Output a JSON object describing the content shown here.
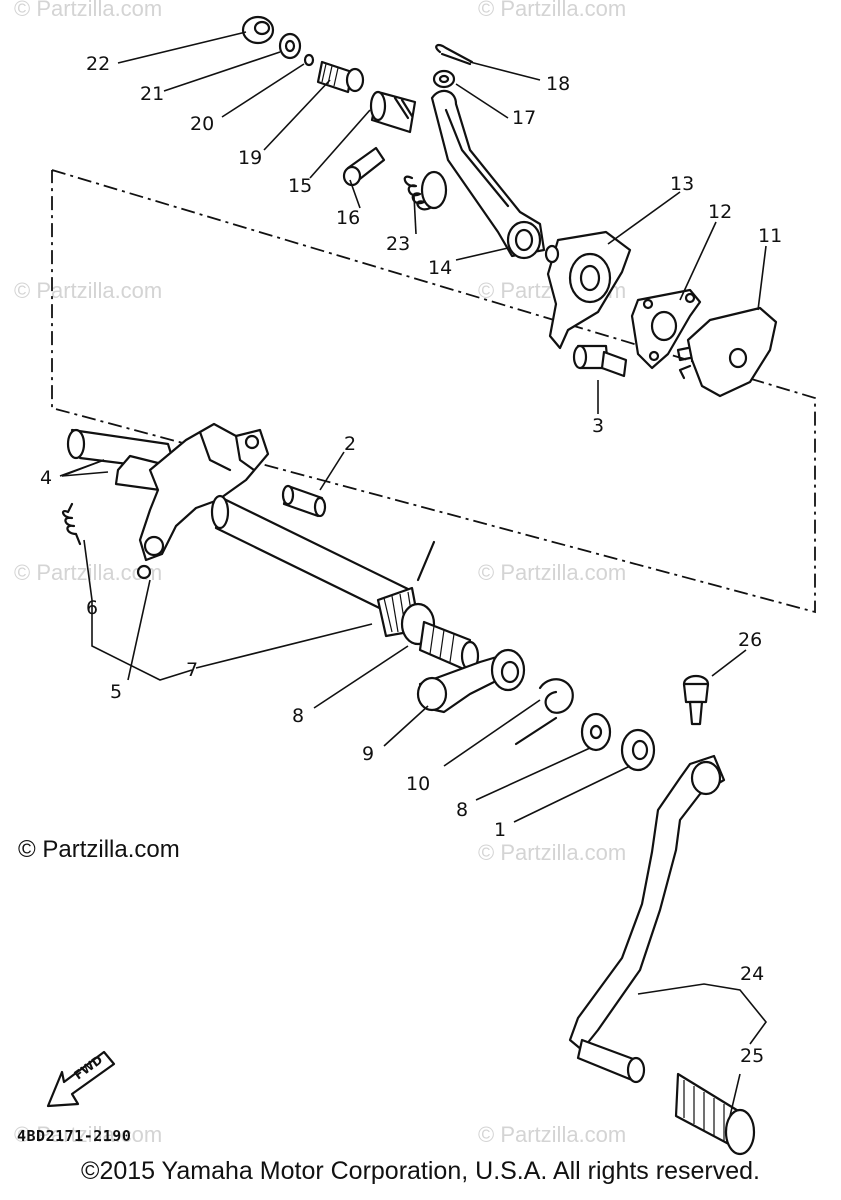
{
  "watermark": "© Partzilla.com",
  "copyright_left": "© Partzilla.com",
  "footer": "©2015 Yamaha Motor Corporation, U.S.A. All rights reserved.",
  "diagram_code": "4BD2171-2190",
  "fwd_label": "FWD",
  "callouts": [
    "1",
    "2",
    "3",
    "4",
    "5",
    "6",
    "7",
    "8",
    "8",
    "9",
    "10",
    "11",
    "12",
    "13",
    "14",
    "15",
    "16",
    "17",
    "18",
    "19",
    "20",
    "21",
    "22",
    "23",
    "24",
    "25",
    "26"
  ]
}
